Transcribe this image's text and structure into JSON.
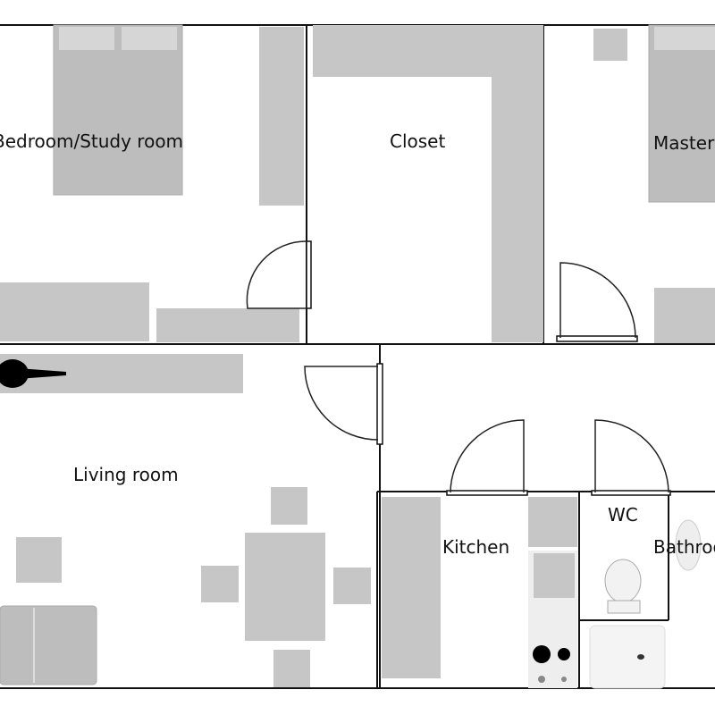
{
  "rooms": {
    "bedroom": "Bedroom/Study room",
    "closet": "Closet",
    "master": "Master bedroom",
    "living": "Living room",
    "kitchen": "Kitchen",
    "wc": "WC",
    "bathroom": "Bathroom"
  },
  "colors": {
    "wall": "#111111",
    "furniture": "#c6c6c6",
    "background": "#ffffff"
  }
}
